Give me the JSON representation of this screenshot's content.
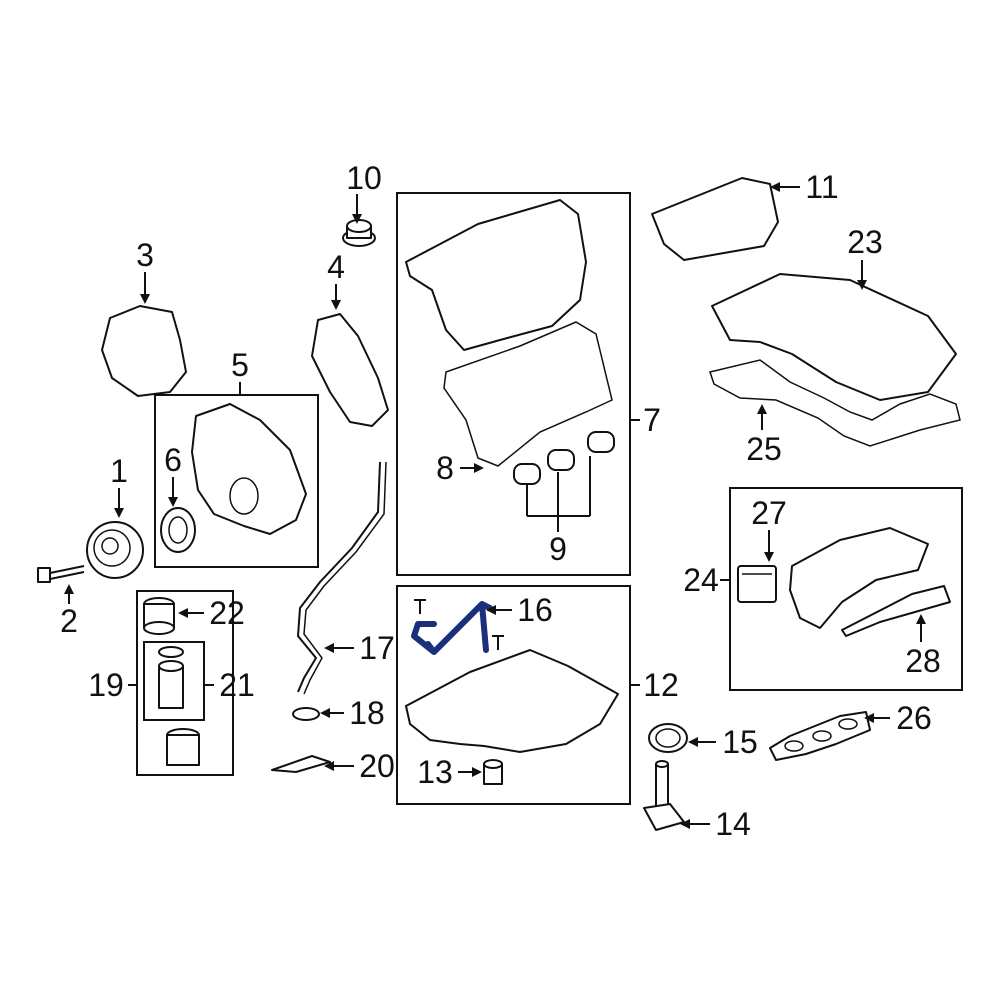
{
  "colors": {
    "lines": "#111111",
    "highlight": "#1b2f7c",
    "background": "#ffffff"
  },
  "callouts": {
    "c1": "1",
    "c2": "2",
    "c3": "3",
    "c4": "4",
    "c5": "5",
    "c6": "6",
    "c7": "7",
    "c8": "8",
    "c9": "9",
    "c10": "10",
    "c11": "11",
    "c12": "12",
    "c13": "13",
    "c14": "14",
    "c15": "15",
    "c16": "16",
    "c17": "17",
    "c18": "18",
    "c19": "19",
    "c20": "20",
    "c21": "21",
    "c22": "22",
    "c23": "23",
    "c24": "24",
    "c25": "25",
    "c26": "26",
    "c27": "27",
    "c28": "28"
  },
  "highlighted_part": "16"
}
